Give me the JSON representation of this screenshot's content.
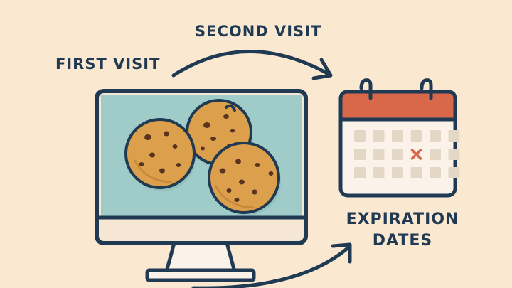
{
  "labels": {
    "second_visit": "SECOND VISIT",
    "first_visit": "FIRST VISIT",
    "expiration_line1": "EXPIRATION",
    "expiration_line2": "DATES"
  },
  "colors": {
    "background": "#fbe8d0",
    "outline": "#1f3a52",
    "screen": "#9fcbc9",
    "screen_shadow": "#8bbab8",
    "monitor_chin": "#f6e6d4",
    "cookie": "#dca04c",
    "cookie_shade": "#c88a3a",
    "chocolate_chip": "#5a3420",
    "calendar_header": "#d9674a",
    "calendar_body": "#fbf3e9",
    "calendar_cell": "#e3d8c6",
    "calendar_mark": "#d9674a"
  },
  "icons": [
    "monitor-icon",
    "cookie-icon",
    "calendar-icon",
    "arrow-icon",
    "cross-mark-icon"
  ],
  "calendar": {
    "rows": 3,
    "columns": 6,
    "marked_row": 2,
    "marked_column": 4
  },
  "cookies": {
    "count": 3
  }
}
